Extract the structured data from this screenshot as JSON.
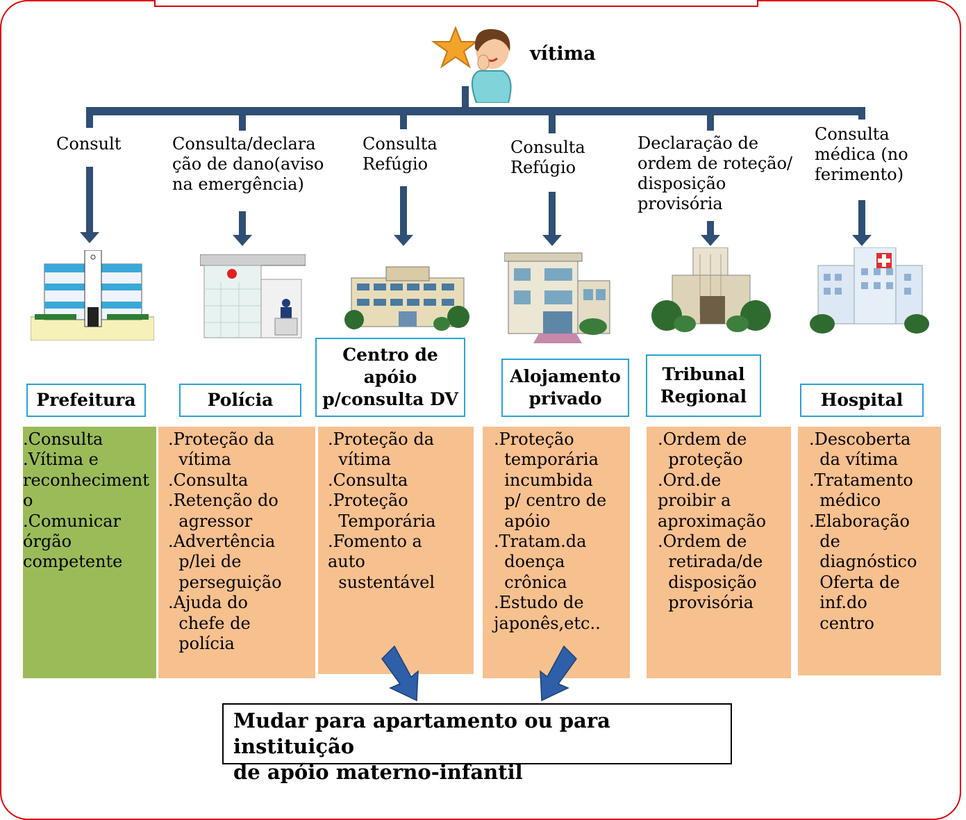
{
  "victim": {
    "label": "vítima"
  },
  "consultations": [
    "Consult",
    "Consulta/declara\nção de dano(aviso\nna emergência)",
    "Consulta\nRefúgio",
    "Consulta\nRefúgio",
    "Declaração de\nordem de roteção/\ndisposição\nprovisória",
    "Consulta\nmédica (no\nferimento)"
  ],
  "institutions": [
    "Prefeitura",
    "Polícia",
    "Centro de\napóio\np/consulta DV",
    "Alojamento\nprivado",
    "Tribunal\nRegional",
    "Hospital"
  ],
  "services": [
    [
      ".Consulta",
      ".Vítima e",
      "reconheciment",
      "o",
      ".Comunicar",
      "órgão",
      "competente"
    ],
    [
      ".Proteção da",
      "  vítima",
      ".Consulta",
      ".Retenção do",
      "  agressor",
      ".Advertência",
      "  p/lei de",
      "  perseguição",
      ".Ajuda do",
      "  chefe de",
      "  polícia"
    ],
    [
      ".Proteção da",
      "  vítima",
      ".Consulta",
      ".Proteção",
      "  Temporária",
      ".Fomento a",
      "auto",
      "  sustentável"
    ],
    [
      ".Proteção",
      "  temporária",
      "  incumbida",
      "  p/ centro de",
      "  apóio",
      ".Tratam.da",
      "  doença",
      "  crônica",
      ".Estudo de",
      "japonês,etc.."
    ],
    [
      ".Ordem de",
      "  proteção",
      ".Ord.de",
      "proibir a",
      "aproximação",
      ".Ordem de",
      "  retirada/de",
      "  disposição",
      "  provisória"
    ],
    [
      ".Descoberta",
      "  da vítima",
      ".Tratamento",
      "  médico",
      ".Elaboração",
      "  de",
      "  diagnóstico",
      "  Oferta de",
      "  inf.do",
      "  centro"
    ]
  ],
  "outcome": {
    "line1": "Mudar para apartamento ou para instituição",
    "line2": "de apóio materno-infantil"
  },
  "colors": {
    "frame": "#e00000",
    "connector": "#2f4f74",
    "institution_border": "#29a3d6",
    "panel": "#f7c08f",
    "panel_prefeitura": "#9bbb59",
    "down_arrow": "#2e5fa8"
  },
  "icons": [
    "victim-crying-icon",
    "city-hall-icon",
    "police-station-icon",
    "support-center-icon",
    "private-shelter-icon",
    "court-icon",
    "hospital-icon",
    "down-right-arrow-icon",
    "down-left-arrow-icon"
  ]
}
